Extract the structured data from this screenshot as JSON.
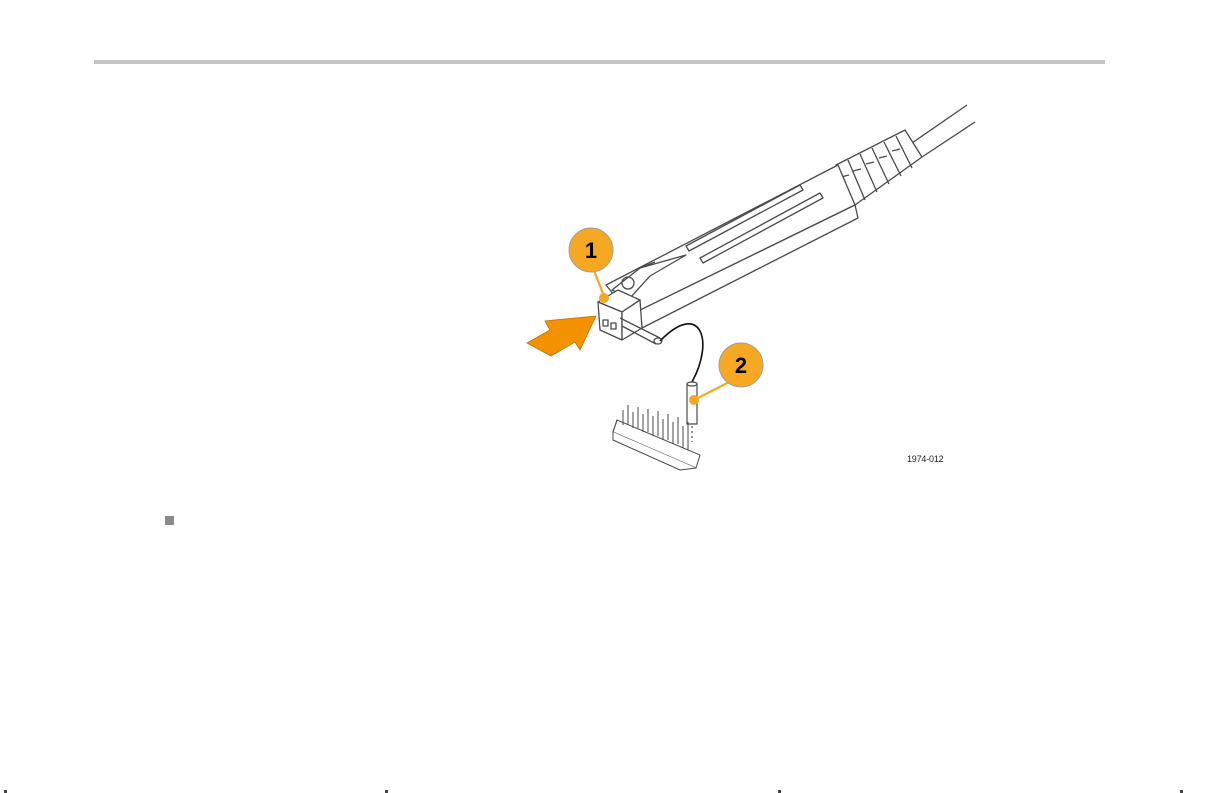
{
  "figure": {
    "callouts": [
      {
        "number": "1"
      },
      {
        "number": "2"
      }
    ],
    "figure_id": "1974-012",
    "colors": {
      "callout_fill": "#F7A823",
      "callout_line": "#F7A823",
      "arrow_fill": "#F39200",
      "line_art": "#4a4a4a"
    }
  },
  "page": {
    "header_rule_color": "#c4c4c4",
    "bullet_color": "#8a8a8a"
  }
}
